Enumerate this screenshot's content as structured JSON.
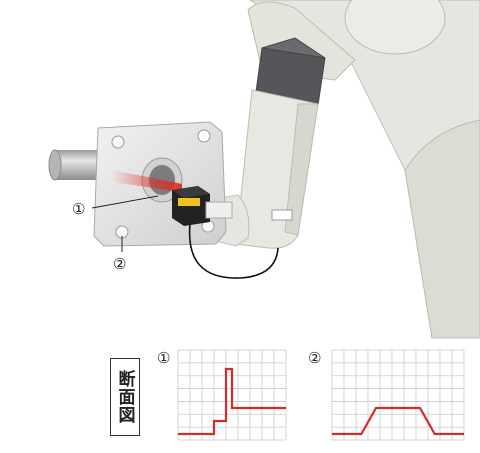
{
  "labels": {
    "mark_1": "①",
    "mark_2": "②",
    "cross_section": "断面図"
  },
  "colors": {
    "robot": "#e3e2dc",
    "laser": "#d9312b",
    "grid": "#c9c9c9",
    "profile": "#d92a2a"
  },
  "chart_data": [
    {
      "type": "line",
      "label": "①",
      "x": [
        0,
        1,
        2,
        3,
        3,
        4,
        4,
        4.5,
        4.5,
        5,
        5,
        9
      ],
      "y": [
        0,
        0,
        0,
        0,
        1,
        1,
        5,
        5,
        2,
        2,
        2,
        2
      ],
      "xlim": [
        0,
        9
      ],
      "ylim": [
        0,
        6
      ],
      "grid": true
    },
    {
      "type": "line",
      "label": "②",
      "x": [
        0,
        2,
        3,
        6,
        7,
        9
      ],
      "y": [
        0,
        0,
        2,
        2,
        0,
        0
      ],
      "xlim": [
        0,
        9
      ],
      "ylim": [
        0,
        6
      ],
      "grid": true
    }
  ]
}
